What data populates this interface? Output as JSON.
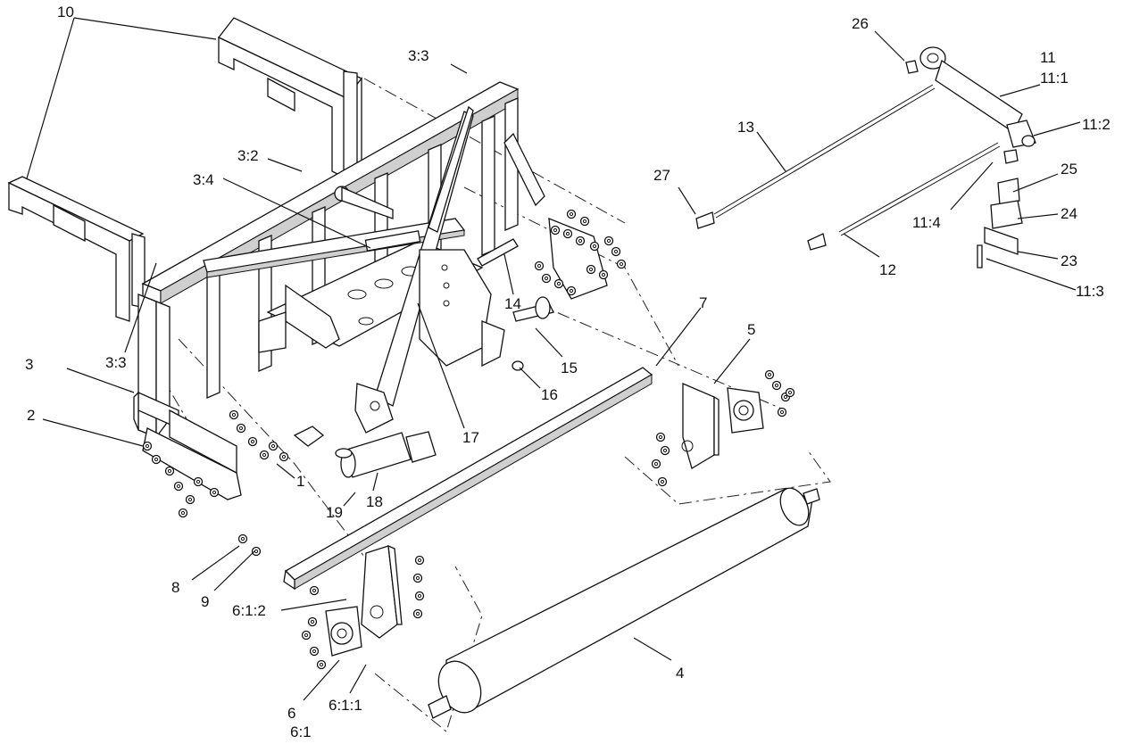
{
  "diagram": {
    "type": "exploded-parts-view",
    "callouts": [
      {
        "id": "c10",
        "text": "10"
      },
      {
        "id": "c3_3a",
        "text": "3:3"
      },
      {
        "id": "c3_2",
        "text": "3:2"
      },
      {
        "id": "c3_4",
        "text": "3:4"
      },
      {
        "id": "c3_3b",
        "text": "3:3"
      },
      {
        "id": "c3",
        "text": "3"
      },
      {
        "id": "c2",
        "text": "2"
      },
      {
        "id": "c1",
        "text": "1"
      },
      {
        "id": "c19",
        "text": "19"
      },
      {
        "id": "c18",
        "text": "18"
      },
      {
        "id": "c17",
        "text": "17"
      },
      {
        "id": "c14",
        "text": "14"
      },
      {
        "id": "c15",
        "text": "15"
      },
      {
        "id": "c16",
        "text": "16"
      },
      {
        "id": "c7",
        "text": "7"
      },
      {
        "id": "c5",
        "text": "5"
      },
      {
        "id": "c8",
        "text": "8"
      },
      {
        "id": "c9",
        "text": "9"
      },
      {
        "id": "c6_1_2",
        "text": "6:1:2"
      },
      {
        "id": "c6",
        "text": "6"
      },
      {
        "id": "c6_1",
        "text": "6:1"
      },
      {
        "id": "c6_1_1",
        "text": "6:1:1"
      },
      {
        "id": "c4",
        "text": "4"
      },
      {
        "id": "c26",
        "text": "26"
      },
      {
        "id": "c11",
        "text": "11"
      },
      {
        "id": "c11_1",
        "text": "11:1"
      },
      {
        "id": "c11_2",
        "text": "11:2"
      },
      {
        "id": "c13",
        "text": "13"
      },
      {
        "id": "c27",
        "text": "27"
      },
      {
        "id": "c25",
        "text": "25"
      },
      {
        "id": "c24",
        "text": "24"
      },
      {
        "id": "c11_4",
        "text": "11:4"
      },
      {
        "id": "c23",
        "text": "23"
      },
      {
        "id": "c12",
        "text": "12"
      },
      {
        "id": "c11_3",
        "text": "11:3"
      }
    ]
  }
}
